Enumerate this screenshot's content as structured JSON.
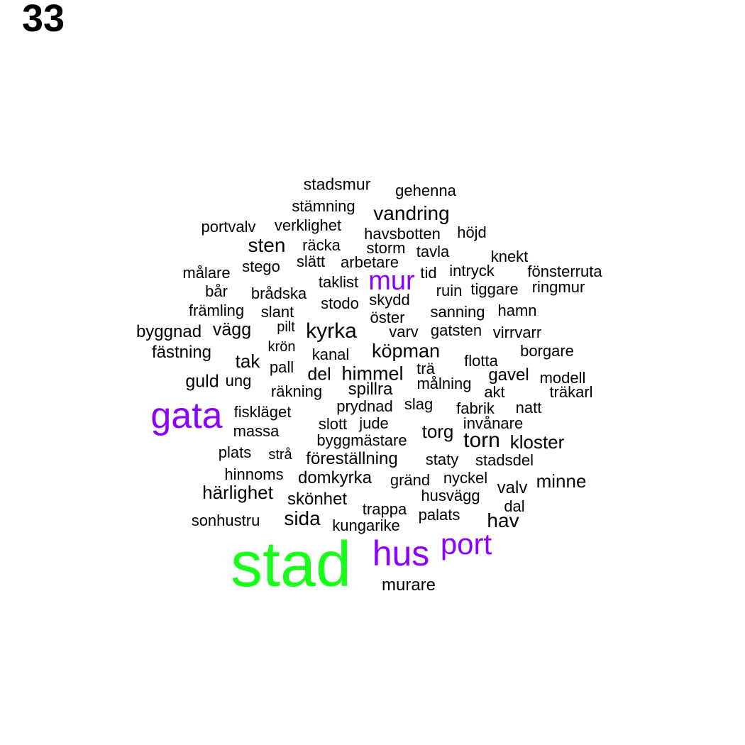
{
  "page_number": "33",
  "colors": {
    "default": "#000000",
    "accent": "#8b00ff",
    "top": "#1aff1a"
  },
  "words": [
    {
      "text": "stad",
      "tier": "top"
    },
    {
      "text": "gata",
      "tier": "accent"
    },
    {
      "text": "hus",
      "tier": "accent"
    },
    {
      "text": "port",
      "tier": "accent"
    },
    {
      "text": "mur",
      "tier": "accent"
    },
    {
      "text": "stadsmur"
    },
    {
      "text": "gehenna"
    },
    {
      "text": "stämning"
    },
    {
      "text": "vandring"
    },
    {
      "text": "portvalv"
    },
    {
      "text": "verklighet"
    },
    {
      "text": "havsbotten"
    },
    {
      "text": "höjd"
    },
    {
      "text": "sten"
    },
    {
      "text": "räcka"
    },
    {
      "text": "storm"
    },
    {
      "text": "tavla"
    },
    {
      "text": "knekt"
    },
    {
      "text": "målare"
    },
    {
      "text": "stego"
    },
    {
      "text": "slätt"
    },
    {
      "text": "arbetare"
    },
    {
      "text": "tid"
    },
    {
      "text": "intryck"
    },
    {
      "text": "fönsterruta"
    },
    {
      "text": "bår"
    },
    {
      "text": "brådska"
    },
    {
      "text": "taklist"
    },
    {
      "text": "ruin"
    },
    {
      "text": "tiggare"
    },
    {
      "text": "ringmur"
    },
    {
      "text": "främling"
    },
    {
      "text": "slant"
    },
    {
      "text": "stodo"
    },
    {
      "text": "skydd"
    },
    {
      "text": "sanning"
    },
    {
      "text": "hamn"
    },
    {
      "text": "byggnad"
    },
    {
      "text": "vägg"
    },
    {
      "text": "pilt"
    },
    {
      "text": "kyrka"
    },
    {
      "text": "öster"
    },
    {
      "text": "varv"
    },
    {
      "text": "gatsten"
    },
    {
      "text": "virrvarr"
    },
    {
      "text": "fästning"
    },
    {
      "text": "krön"
    },
    {
      "text": "kanal"
    },
    {
      "text": "köpman"
    },
    {
      "text": "borgare"
    },
    {
      "text": "tak"
    },
    {
      "text": "pall"
    },
    {
      "text": "flotta"
    },
    {
      "text": "trä"
    },
    {
      "text": "del"
    },
    {
      "text": "himmel"
    },
    {
      "text": "gavel"
    },
    {
      "text": "modell"
    },
    {
      "text": "guld"
    },
    {
      "text": "ung"
    },
    {
      "text": "målning"
    },
    {
      "text": "räkning"
    },
    {
      "text": "spillra"
    },
    {
      "text": "akt"
    },
    {
      "text": "träkarl"
    },
    {
      "text": "fiskläget"
    },
    {
      "text": "prydnad"
    },
    {
      "text": "slag"
    },
    {
      "text": "fabrik"
    },
    {
      "text": "natt"
    },
    {
      "text": "massa"
    },
    {
      "text": "slott"
    },
    {
      "text": "jude"
    },
    {
      "text": "invånare"
    },
    {
      "text": "torg"
    },
    {
      "text": "byggmästare"
    },
    {
      "text": "torn"
    },
    {
      "text": "kloster"
    },
    {
      "text": "plats"
    },
    {
      "text": "strå"
    },
    {
      "text": "föreställning"
    },
    {
      "text": "staty"
    },
    {
      "text": "stadsdel"
    },
    {
      "text": "hinnoms"
    },
    {
      "text": "domkyrka"
    },
    {
      "text": "gränd"
    },
    {
      "text": "nyckel"
    },
    {
      "text": "minne"
    },
    {
      "text": "härlighet"
    },
    {
      "text": "valv"
    },
    {
      "text": "skönhet"
    },
    {
      "text": "husvägg"
    },
    {
      "text": "dal"
    },
    {
      "text": "trappa"
    },
    {
      "text": "sida"
    },
    {
      "text": "palats"
    },
    {
      "text": "sonhustru"
    },
    {
      "text": "kungarike"
    },
    {
      "text": "hav"
    },
    {
      "text": "murare"
    }
  ]
}
